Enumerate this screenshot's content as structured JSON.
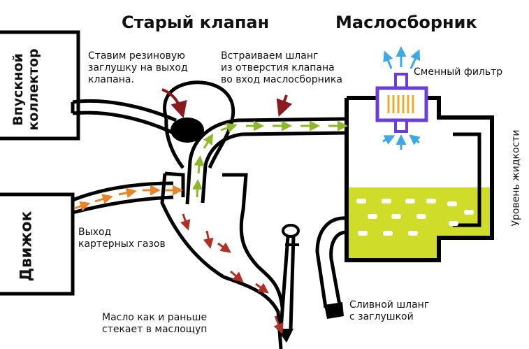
{
  "titles": {
    "old_valve": "Старый клапан",
    "oil_catch_can": "Маслосборник"
  },
  "blocks": {
    "intake_manifold": {
      "line1": "Впускной",
      "line2": "коллектор"
    },
    "engine": "Движок"
  },
  "labels": {
    "rubber_plug": [
      "Ставим резиновую",
      "заглушку на выход",
      "клапана."
    ],
    "hose_into": [
      "Встраиваем шланг",
      "из отверстия клапана",
      "во вход  маслосборника"
    ],
    "replaceable_filter": "Сменный фильтр",
    "liquid_level": "Уровень жидкости",
    "crankcase_gas_out": [
      "Выход",
      "картерных газов"
    ],
    "oil_drains": [
      "Масло как и раньше",
      "стекает в маслощуп"
    ],
    "drain_hose": [
      "Сливной шланг",
      "с заглушкой"
    ]
  },
  "colors": {
    "outline": "#000000",
    "gas_arrow": "#e8842a",
    "clean_arrow": "#8cb82a",
    "oil_arrow": "#b03028",
    "annotation_arrow": "#8a1a20",
    "liquid_fill": "#cfdc2a",
    "filter_body": "#6a3fd8",
    "filter_core": "#f1a92a",
    "air_arrow": "#3aa9e6"
  }
}
